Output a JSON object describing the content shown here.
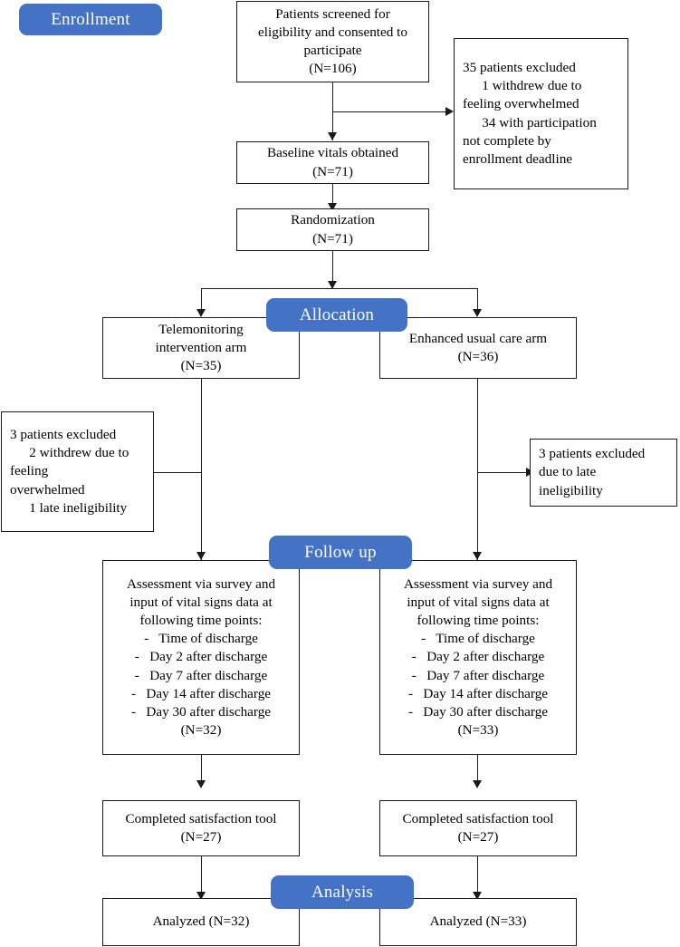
{
  "diagram": {
    "title": "CONSORT participant flow diagram",
    "accent_color": "#4472C4",
    "line_color": "#1a1a1a",
    "stage_labels": {
      "enrollment": "Enrollment",
      "allocation": "Allocation",
      "followup": "Follow up",
      "analysis": "Analysis"
    },
    "nodes": {
      "screened": {
        "lines": [
          "Patients screened for",
          "eligibility and consented to",
          "participate",
          "(N=106)"
        ]
      },
      "excluded_screening": {
        "lines": [
          "35 patients excluded",
          "1 withdrew due to",
          "feeling overwhelmed",
          "34 with participation",
          "not complete by",
          "enrollment deadline"
        ],
        "indent": [
          false,
          true,
          false,
          true,
          false,
          false
        ]
      },
      "baseline": {
        "lines": [
          "Baseline vitals obtained",
          "(N=71)"
        ]
      },
      "randomization": {
        "lines": [
          "Randomization",
          "(N=71)"
        ]
      },
      "arm_intervention": {
        "lines": [
          "Telemonitoring",
          "intervention arm",
          "(N=35)"
        ]
      },
      "arm_control": {
        "lines": [
          "Enhanced usual care arm",
          "(N=36)"
        ]
      },
      "excluded_left": {
        "lines": [
          "3 patients excluded",
          "2 withdrew due to",
          "feeling",
          "overwhelmed",
          "1 late ineligibility"
        ],
        "indent": [
          false,
          true,
          false,
          false,
          true
        ]
      },
      "excluded_right": {
        "lines": [
          "3 patients excluded",
          "due to late",
          "ineligibility"
        ],
        "indent": [
          false,
          false,
          false
        ]
      },
      "assessment_left": {
        "lines": [
          "Assessment via survey and",
          "input of vital signs data at",
          "following time points:",
          "-   Time of discharge",
          "-   Day 2 after discharge",
          "-   Day 7 after discharge",
          "-   Day 14 after discharge",
          "-   Day 30 after discharge",
          "(N=32)"
        ]
      },
      "assessment_right": {
        "lines": [
          "Assessment via survey and",
          "input of vital signs data at",
          "following time points:",
          "-   Time of discharge",
          "-   Day 2 after discharge",
          "-   Day 7 after discharge",
          "-   Day 14 after discharge",
          "-   Day 30 after discharge",
          "(N=33)"
        ]
      },
      "satisfaction_left": {
        "lines": [
          "Completed satisfaction tool",
          "(N=27)"
        ]
      },
      "satisfaction_right": {
        "lines": [
          "Completed satisfaction tool",
          "(N=27)"
        ]
      },
      "analyzed_left": {
        "lines": [
          "Analyzed (N=32)"
        ]
      },
      "analyzed_right": {
        "lines": [
          "Analyzed (N=33)"
        ]
      }
    }
  },
  "chart_data": {
    "type": "diagram",
    "title": "CONSORT flow diagram of telemonitoring trial",
    "flow": [
      {
        "stage": "Enrollment",
        "node": "Patients screened for eligibility and consented to participate",
        "n": 106
      },
      {
        "stage": "Enrollment",
        "node": "35 patients excluded (1 withdrew due to feeling overwhelmed; 34 with participation not complete by enrollment deadline)",
        "n": 35
      },
      {
        "stage": "Enrollment",
        "node": "Baseline vitals obtained",
        "n": 71
      },
      {
        "stage": "Enrollment",
        "node": "Randomization",
        "n": 71
      },
      {
        "stage": "Allocation",
        "node": "Telemonitoring intervention arm",
        "n": 35
      },
      {
        "stage": "Allocation",
        "node": "Enhanced usual care arm",
        "n": 36
      },
      {
        "stage": "Allocation",
        "node": "3 patients excluded from intervention arm (2 withdrew due to feeling overwhelmed; 1 late ineligibility)",
        "n": 3
      },
      {
        "stage": "Allocation",
        "node": "3 patients excluded from usual care arm due to late ineligibility",
        "n": 3
      },
      {
        "stage": "Follow up",
        "node": "Assessment via survey and input of vital signs data, intervention arm",
        "n": 32
      },
      {
        "stage": "Follow up",
        "node": "Assessment via survey and input of vital signs data, usual care arm",
        "n": 33
      },
      {
        "stage": "Follow up",
        "node": "Completed satisfaction tool, intervention arm",
        "n": 27
      },
      {
        "stage": "Follow up",
        "node": "Completed satisfaction tool, usual care arm",
        "n": 27
      },
      {
        "stage": "Analysis",
        "node": "Analyzed, intervention arm",
        "n": 32
      },
      {
        "stage": "Analysis",
        "node": "Analyzed, usual care arm",
        "n": 33
      }
    ],
    "timepoints": [
      "Time of discharge",
      "Day 2 after discharge",
      "Day 7 after discharge",
      "Day 14 after discharge",
      "Day 30 after discharge"
    ]
  }
}
